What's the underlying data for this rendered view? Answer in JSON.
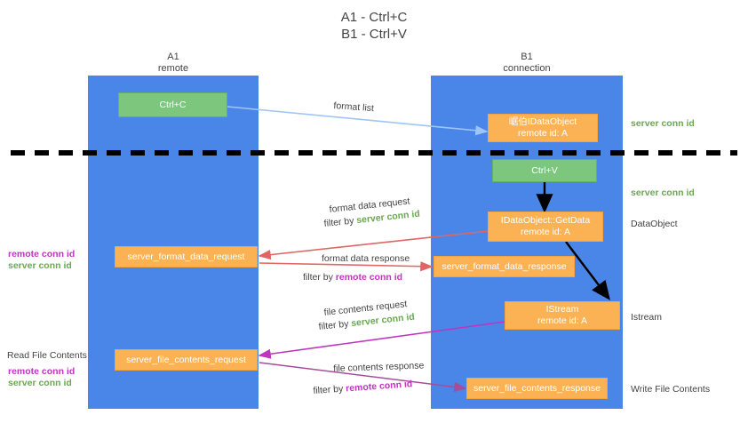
{
  "title": "A1 - Ctrl+C\nB1 - Ctrl+V",
  "lanes": [
    {
      "id": "a1",
      "name": "A1",
      "sub": "remote",
      "header": "A1\nremote"
    },
    {
      "id": "b1",
      "name": "B1",
      "sub": "connection",
      "header": "B1\nconnection"
    }
  ],
  "colors": {
    "lane": "#4a86e8",
    "green_box": "#7dc67d",
    "orange_box": "#fbb254",
    "server_conn_id": "#6aa84f",
    "remote_conn_id": "#c034c0",
    "arrow_blue": "#9fc5f8",
    "arrow_red": "#e06666",
    "arrow_magenta": "#c034c0",
    "arrow_purple": "#a64d9a",
    "arrow_black": "#000000",
    "text": "#434343"
  },
  "nodes": {
    "ctrl_c": {
      "label": "Ctrl+C",
      "lane": "a1",
      "kind": "green"
    },
    "ctrl_v": {
      "label": "Ctrl+V",
      "lane": "b1",
      "kind": "green"
    },
    "idataobject": {
      "line1": "崌伯IDataObject",
      "line2": "remote id: A",
      "lane": "b1",
      "kind": "orange"
    },
    "getdata": {
      "line1": "IDataObject::GetData",
      "line2": "remote id: A",
      "lane": "b1",
      "kind": "orange"
    },
    "istream": {
      "line1": "IStream",
      "line2": "remote id: A",
      "lane": "b1",
      "kind": "orange"
    },
    "server_format_data_request": {
      "label": "server_format_data_request",
      "lane": "a1",
      "kind": "orange"
    },
    "server_format_data_response": {
      "label": "server_format_data_response",
      "lane": "b1",
      "kind": "orange"
    },
    "server_file_contents_request": {
      "label": "server_file_contents_request",
      "lane": "a1",
      "kind": "orange"
    },
    "server_file_contents_response": {
      "label": "server_file_contents_response",
      "lane": "b1",
      "kind": "orange"
    }
  },
  "edge_labels": {
    "format_list": "format list",
    "format_data_request": "format data request",
    "format_data_request_filter_prefix": "filter by ",
    "format_data_request_filter_value": "server conn id",
    "format_data_response": "format data response",
    "format_data_response_filter_prefix": "filter by ",
    "format_data_response_filter_value": "remote conn id",
    "file_contents_request": "file contents request",
    "file_contents_request_filter_prefix": "filter by ",
    "file_contents_request_filter_value": "server conn id",
    "file_contents_response": "file contents response",
    "file_contents_response_filter_prefix": "filter by ",
    "file_contents_response_filter_value": "remote conn id"
  },
  "annotations": {
    "right_server_conn_id_top": "server conn id",
    "right_server_conn_id_mid": "server conn id",
    "right_dataobject": "DataObject",
    "right_istream": "Istream",
    "right_write_file_contents": "Write File Contents",
    "left_remote_conn_id_mid": "remote conn id",
    "left_server_conn_id_mid": "server conn id",
    "left_read_file_contents": "Read File Contents",
    "left_remote_conn_id_low": "remote conn id",
    "left_server_conn_id_low": "server conn id"
  }
}
